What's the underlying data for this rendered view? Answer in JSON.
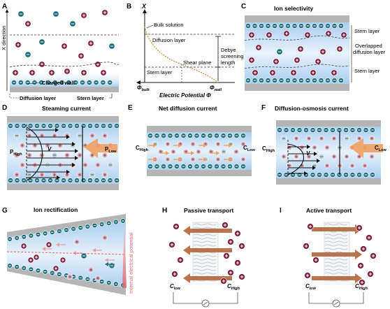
{
  "colors": {
    "cation_fill": "#7a1f3d",
    "cation_light": "#d9b8c6",
    "anion_fill": "#1f6e78",
    "anion_light": "#b3d4d8",
    "wall_gray": "#b5b5b5",
    "bead_blue": "#3a78c2",
    "glow_blue": "#cfe3f7",
    "flow_orange": "#f0a060",
    "arrow_brown": "#b2663a",
    "curve_orange": "#d08a3a",
    "potential_red": "#e06a6a"
  },
  "panels": {
    "A": {
      "letter": "A",
      "x_direction": "X direction",
      "charged_wall": "Charged wall",
      "diffusion_layer": "Diffusion layer",
      "stern_layer": "Stern layer"
    },
    "B": {
      "letter": "B",
      "axis_x": "X",
      "bulk_solution": "Bulk solution",
      "diffusion_layer": "Diffusion layer",
      "shear_plane": "Shear plane",
      "stern_layer": "Stern layer",
      "debye_line1": "Debye",
      "debye_line2": "screening",
      "debye_line3": "length",
      "phi_bulk": "Φ",
      "phi_bulk_sub": "bulk",
      "phi_wall": "Φ",
      "phi_wall_sub": "wall",
      "axis_label": "Electric Potential Φ"
    },
    "C": {
      "letter": "C",
      "title": "Ion selectivity",
      "stern_top": "Stern layer",
      "overlap_line1": "Overlapped",
      "overlap_line2": "diffusion layer",
      "stern_bottom": "Stern layer"
    },
    "D": {
      "letter": "D",
      "title": "Steaming current",
      "p_high": "P",
      "p_high_sub": "High",
      "p_low": "P",
      "p_low_sub": "Low",
      "v": "V"
    },
    "E": {
      "letter": "E",
      "title": "Net diffusion current",
      "c_high": "C",
      "c_high_sub": "High",
      "c_low": "C",
      "c_low_sub": "Low"
    },
    "F": {
      "letter": "F",
      "title": "Diffusion-osmosis current",
      "c_high": "C",
      "c_high_sub": "High",
      "c_low": "C",
      "c_low_sub": "Low",
      "v": "V"
    },
    "G": {
      "letter": "G",
      "title": "Ion rectification",
      "internal_potential": "Internal electrical potential"
    },
    "H": {
      "letter": "H",
      "title": "Passive transport",
      "c_low": "C",
      "c_low_sub": "low",
      "c_high": "C",
      "c_high_sub": "High"
    },
    "I": {
      "letter": "I",
      "title": "Active transport",
      "c_low": "C",
      "c_low_sub": "low",
      "c_high": "C",
      "c_high_sub": "High"
    }
  }
}
